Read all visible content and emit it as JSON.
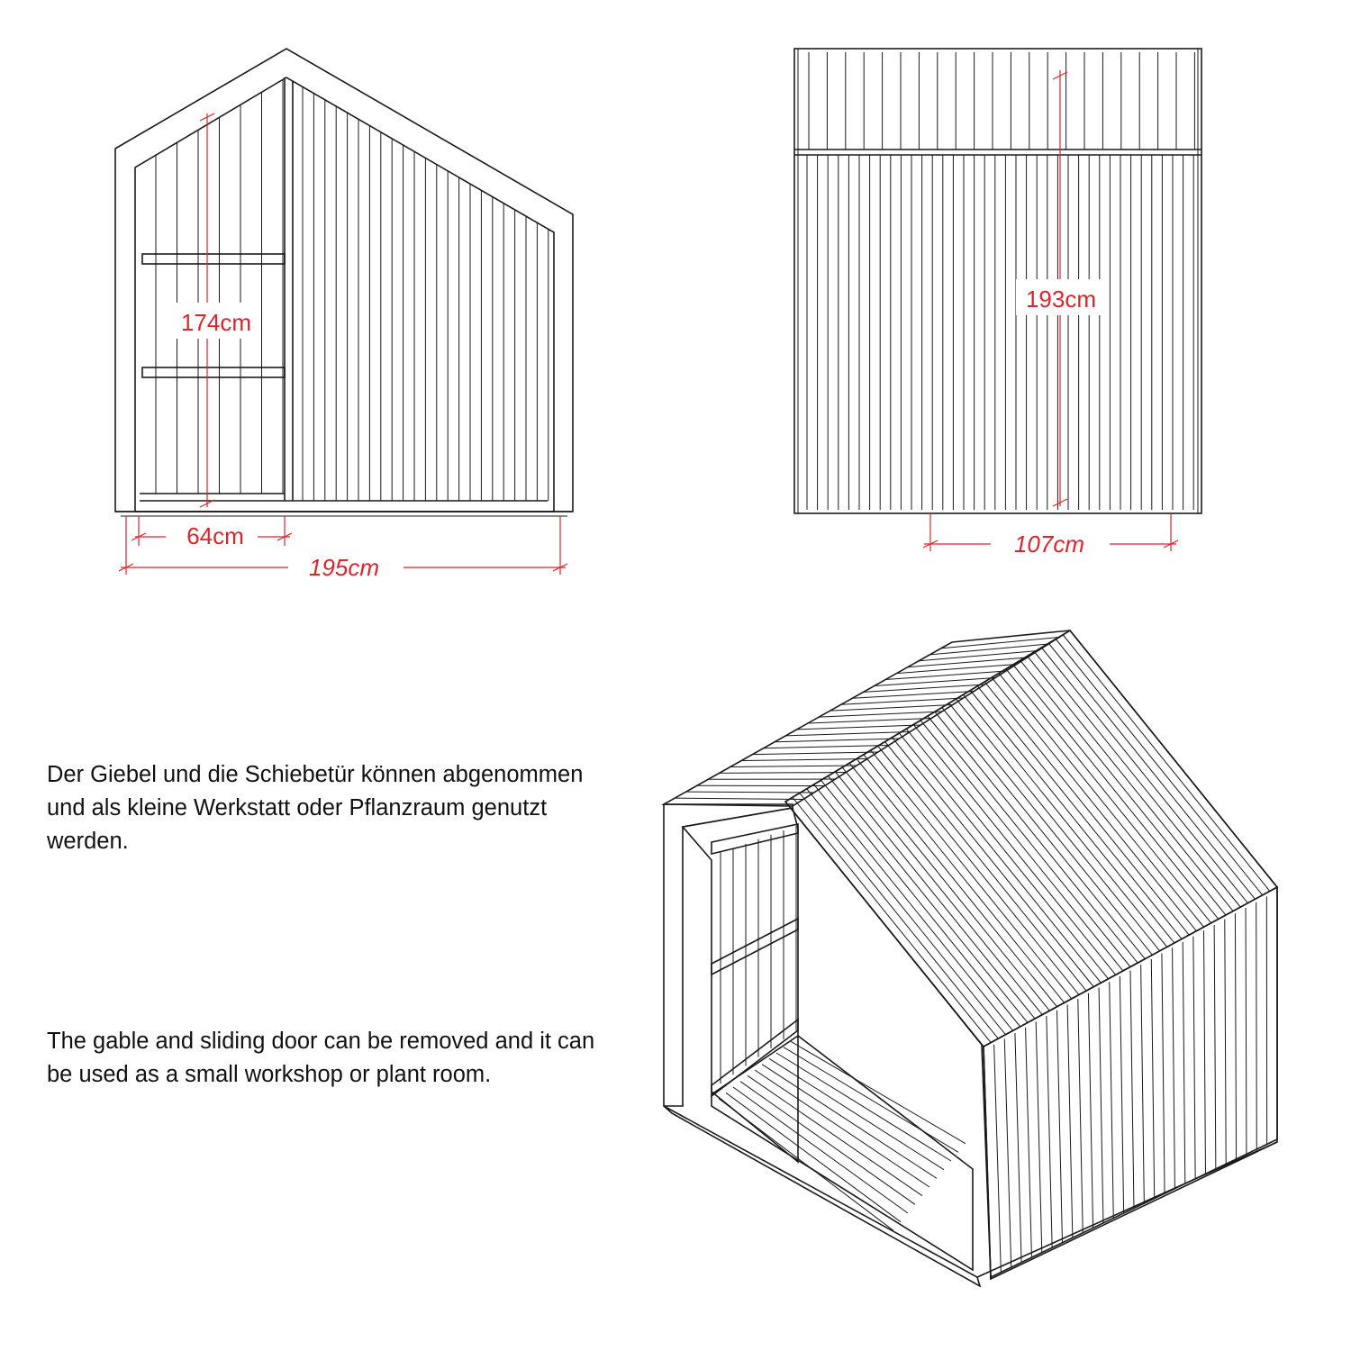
{
  "colors": {
    "line": "#1a1a1a",
    "dimension": "#d9262c",
    "background": "#ffffff"
  },
  "dimensions": {
    "side_height": "174cm",
    "door_width": "64cm",
    "side_width": "195cm",
    "front_height": "193cm",
    "front_width": "107cm"
  },
  "captions": {
    "german": "Der Giebel und die Schiebetür können abgenommen und als kleine Werkstatt oder Pflanzraum genutzt werden.",
    "english": "The gable and sliding door can be removed and it can be used as a small workshop or plant room."
  }
}
